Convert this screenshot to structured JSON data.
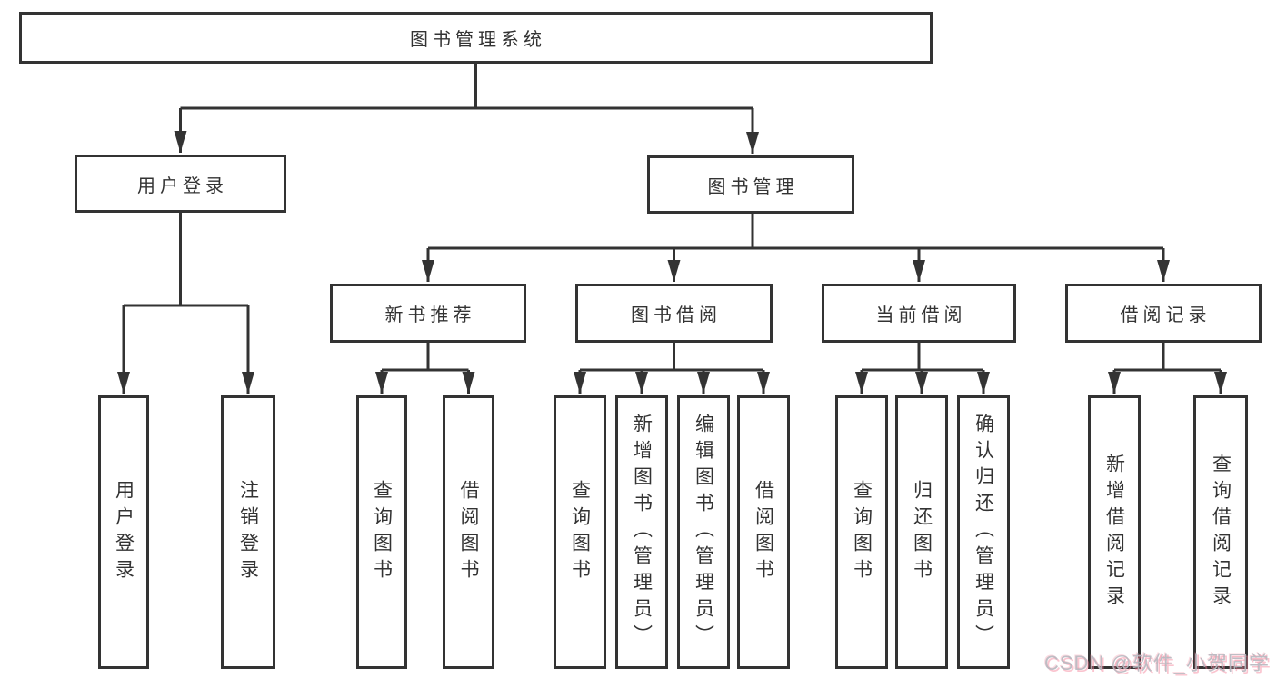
{
  "tree": {
    "label": "图书管理系统",
    "children": [
      {
        "label": "用户登录",
        "children": [
          {
            "label": "用户登录"
          },
          {
            "label": "注销登录"
          }
        ]
      },
      {
        "label": "图书管理",
        "children": [
          {
            "label": "新书推荐",
            "children": [
              {
                "label": "查询图书"
              },
              {
                "label": "借阅图书"
              }
            ]
          },
          {
            "label": "图书借阅",
            "children": [
              {
                "label": "查询图书"
              },
              {
                "label": "新增图书（管理员）"
              },
              {
                "label": "编辑图书（管理员）"
              },
              {
                "label": "借阅图书"
              }
            ]
          },
          {
            "label": "当前借阅",
            "children": [
              {
                "label": "查询图书"
              },
              {
                "label": "归还图书"
              },
              {
                "label": "确认归还（管理员）"
              }
            ]
          },
          {
            "label": "借阅记录",
            "children": [
              {
                "label": "新增借阅记录"
              },
              {
                "label": "查询借阅记录"
              }
            ]
          }
        ]
      }
    ]
  },
  "watermark": {
    "text": "CSDN @软件_小贺同学",
    "tint": "#f47c94"
  },
  "colors": {
    "line": "#333333",
    "box_border": "#333333",
    "text": "#333333",
    "background": "#ffffff"
  }
}
